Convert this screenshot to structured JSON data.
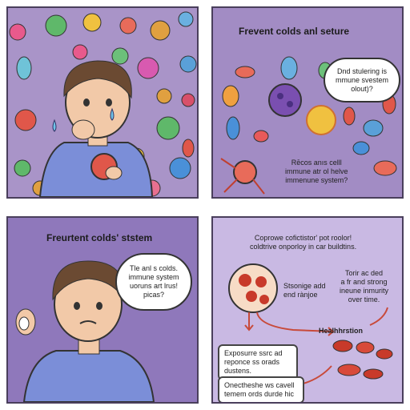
{
  "panel1": {
    "colors": {
      "background": "#a994c8",
      "shirt": "#7b8ed8",
      "germ_red": "#e0574a"
    }
  },
  "panel2": {
    "title": "Frevent colds anl seture",
    "bubble": "Dnd stulering is\nmmune svestem\nolout)?",
    "body_text": "Rēcos anıs celll\nimmune atr ol helve\nimmenune system?"
  },
  "panel3": {
    "title": "Freurtent colds' ststem",
    "bubble": "Tle anl s colds.\nimmune system\nuoruns art lrus!\npicas?"
  },
  "panel4": {
    "heading": "Coprowe cofictistor' pot roolor!\ncoldtrive onporloy in car buildtins.",
    "text_mid": "Stsonige add\nend rànjoe",
    "text_right": "Torir ac ded\na fr and strong\nineune inmurity\nover time.",
    "label": "Healhhrstion",
    "box1": "Exposurre ssrc ad\nreponce ss orads\ndustens.",
    "box2": "Onectheshe ws cavell\ntemem ords durde hic"
  }
}
